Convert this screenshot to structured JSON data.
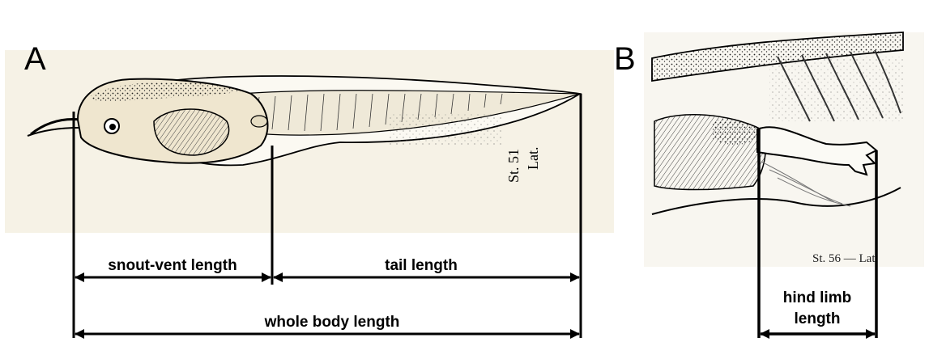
{
  "panels": {
    "a": {
      "letter": "A",
      "stage_number": "St. 51",
      "stage_view": "Lat.",
      "labels": {
        "snout_vent": "snout-vent length",
        "tail": "tail length",
        "whole_body": "whole body length"
      }
    },
    "b": {
      "letter": "B",
      "stage_caption": "St. 56 — Lat.",
      "labels": {
        "hind_limb_line1": "hind limb",
        "hind_limb_line2": "length"
      }
    }
  },
  "colors": {
    "background_a": "#f6f2e6",
    "background_b": "#f8f6f0",
    "ink": "#000000"
  }
}
